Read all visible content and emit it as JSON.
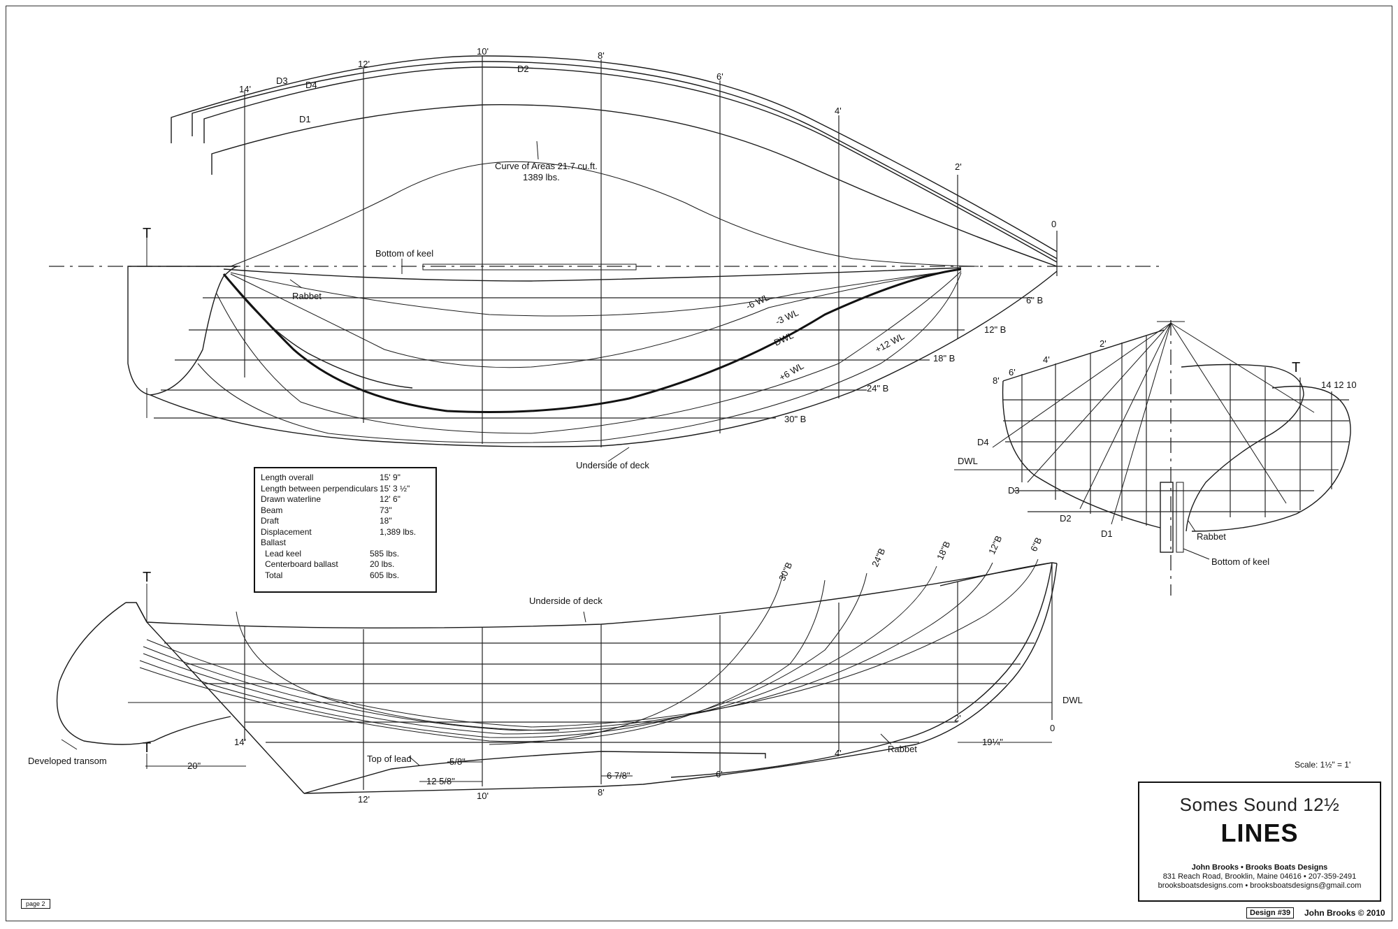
{
  "labels": {
    "curve_of_areas_1": "Curve of Areas 21.7 cu.ft.",
    "curve_of_areas_2": "1389 lbs.",
    "bottom_of_keel": "Bottom of keel",
    "rabbet": "Rabbet",
    "underside_of_deck": "Underside of deck",
    "developed_transom": "Developed transom",
    "top_of_lead": "Top of lead",
    "dwl": "DWL",
    "t": "T",
    "wl_m6": "-6 WL",
    "wl_m3": "-3 WL",
    "wl_dwl": "DWL",
    "wl_p6": "+6 WL",
    "wl_p12": "+12 WL",
    "b6": "6\" B",
    "b12": "12\" B",
    "b18": "18\" B",
    "b24": "24\" B",
    "b30": "30\" B",
    "diag_d1": "D1",
    "diag_d2": "D2",
    "diag_d3": "D3",
    "diag_d4": "D4",
    "dim_20": "20\"",
    "dim_19": "19¼\"",
    "dim_58": "5/8\"",
    "dim_1258": "12 5/8\"",
    "dim_678": "6 7/8\"",
    "sec_14_12_10": "14  12  10"
  },
  "stations_top": [
    "14'",
    "12'",
    "10'",
    "8'",
    "6'",
    "4'",
    "2'",
    "0"
  ],
  "stations_profile": [
    "14'",
    "12'",
    "10'",
    "8'",
    "6'",
    "4'",
    "2'",
    "0"
  ],
  "body_stations": [
    "8'",
    "6'",
    "4'",
    "2'"
  ],
  "profile_buttocks": [
    "30\"B",
    "24\"B",
    "18\"B",
    "12\"B",
    "6\"B"
  ],
  "specs": [
    {
      "k": "Length overall",
      "v": "15' 9\""
    },
    {
      "k": "Length between perpendiculars",
      "v": "15' 3 ½\""
    },
    {
      "k": "Drawn waterline",
      "v": "12' 6\""
    },
    {
      "k": "Beam",
      "v": "73\""
    },
    {
      "k": "Draft",
      "v": "18\""
    },
    {
      "k": "Displacement",
      "v": "1,389 lbs."
    },
    {
      "k": "Ballast",
      "v": ""
    },
    {
      "k": "Lead keel",
      "v": "585 lbs."
    },
    {
      "k": "Centerboard ballast",
      "v": "20 lbs."
    },
    {
      "k": "Total",
      "v": "605 lbs."
    }
  ],
  "title_block": {
    "name": "Somes Sound 12½",
    "drawing": "LINES",
    "designer": "John Brooks • Brooks Boats Designs",
    "address": "831 Reach Road, Brooklin, Maine 04616 • 207-359-2491",
    "web": "brooksboatsdesigns.com • brooksboatsdesigns@gmail.com"
  },
  "scale": "Scale: 1½\" = 1'",
  "page_label": "page 2",
  "design_no": "Design #39",
  "copyright": "John Brooks © 2010"
}
